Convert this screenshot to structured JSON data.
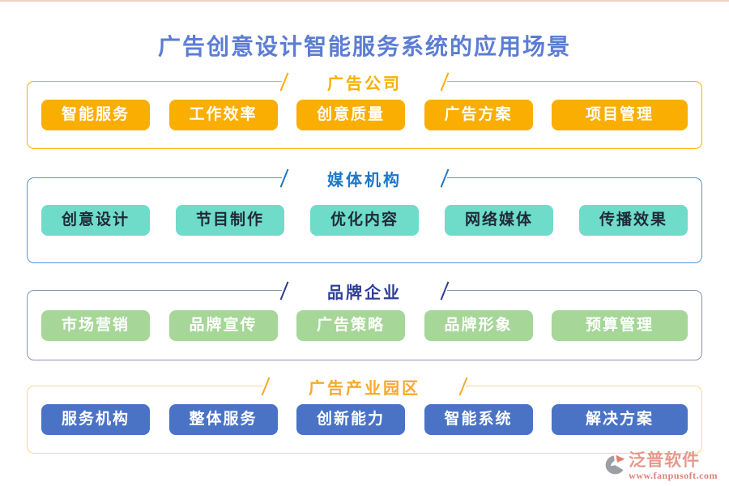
{
  "page": {
    "title": "广告创意设计智能服务系统的应用场景"
  },
  "palette": {
    "title_color": "#5b7dd3",
    "ad_company_accent": "#fbae01",
    "media_org_accent": "#1e77c8",
    "media_button_bg": "#6edcc9",
    "brand_enterprise_accent": "#2e3d94",
    "brand_button_bg": "#a6d698",
    "industrial_park_accent": "#f9a82a",
    "industrial_button_bg": "#4a73c6",
    "watermark_color": "#e5998c"
  },
  "sections": [
    {
      "title": "广告公司",
      "items": [
        "智能服务",
        "工作效率",
        "创意质量",
        "广告方案",
        "项目管理"
      ]
    },
    {
      "title": "媒体机构",
      "items": [
        "创意设计",
        "节目制作",
        "优化内容",
        "网络媒体",
        "传播效果"
      ]
    },
    {
      "title": "品牌企业",
      "items": [
        "市场营销",
        "品牌宣传",
        "广告策略",
        "品牌形象",
        "预算管理"
      ]
    },
    {
      "title": "广告产业园区",
      "items": [
        "服务机构",
        "整体服务",
        "创新能力",
        "智能系统",
        "解决方案"
      ]
    }
  ],
  "watermark": {
    "brand": "泛普软件",
    "url": "www.fanpusoft.com"
  }
}
